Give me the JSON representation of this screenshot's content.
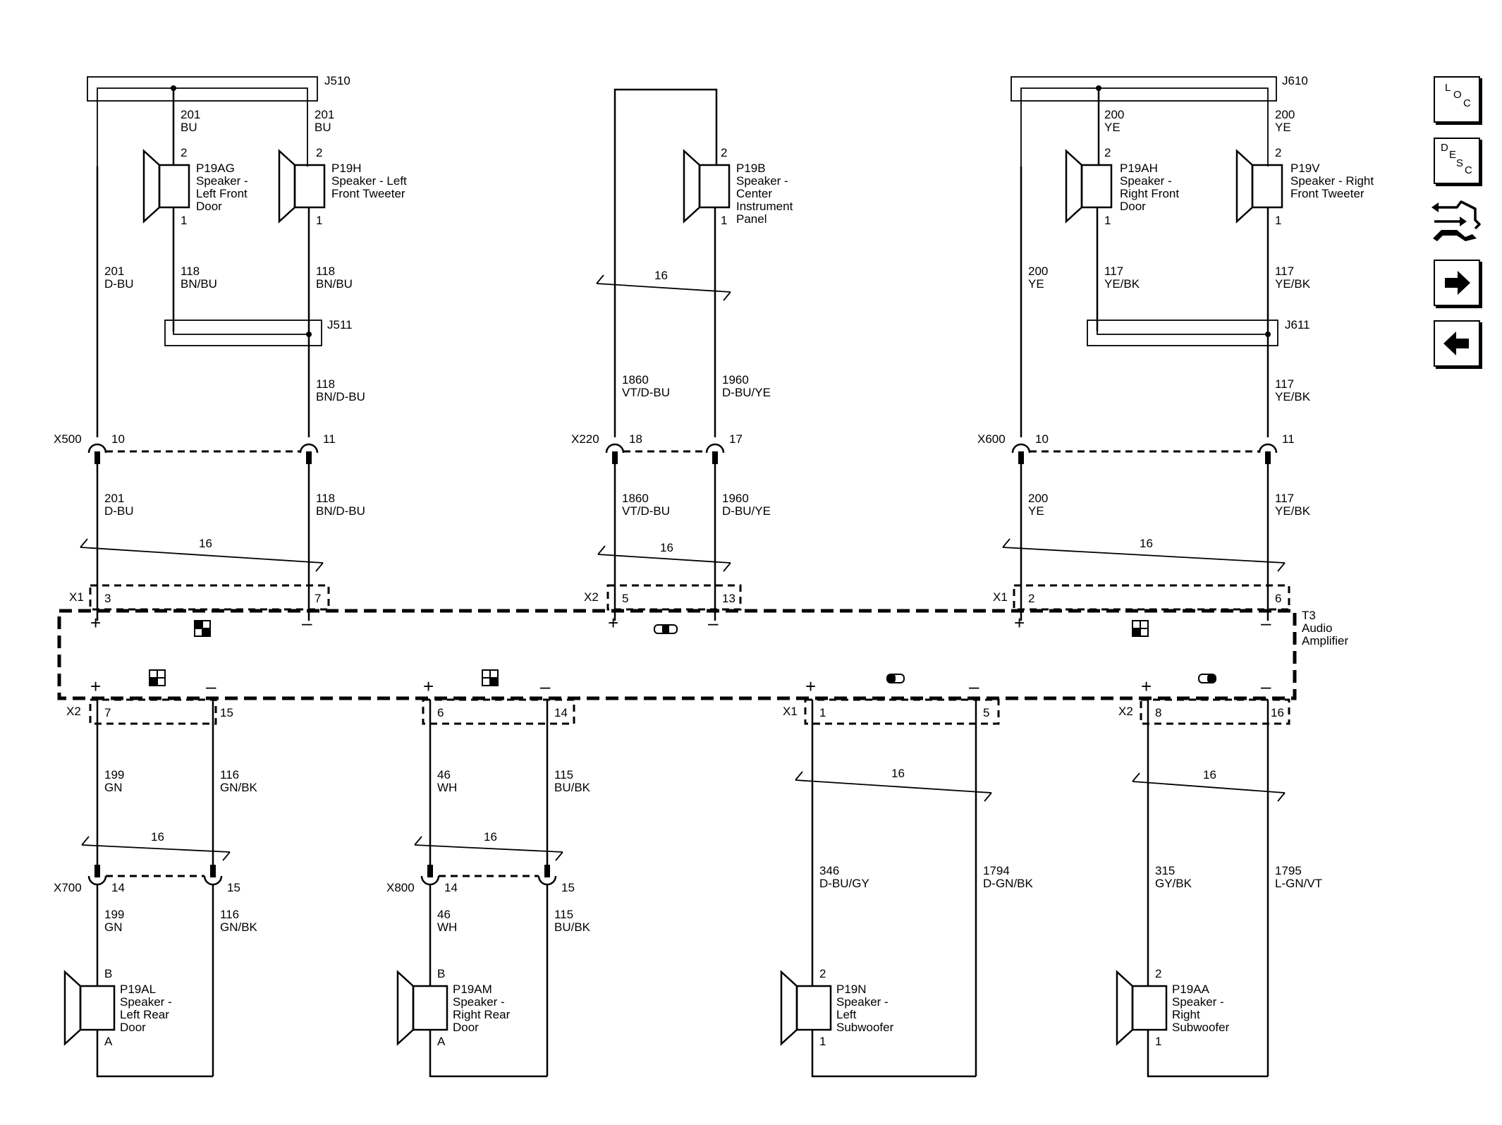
{
  "splices": {
    "j510": "J510",
    "j511": "J511",
    "j610": "J610",
    "j611": "J611"
  },
  "connectors": {
    "x500": {
      "name": "X500",
      "pin_a": "10",
      "pin_b": "11"
    },
    "x220": {
      "name": "X220",
      "pin_a": "18",
      "pin_b": "17"
    },
    "x600": {
      "name": "X600",
      "pin_a": "10",
      "pin_b": "11"
    },
    "x700": {
      "name": "X700",
      "pin_a": "14",
      "pin_b": "15"
    },
    "x800": {
      "name": "X800",
      "pin_a": "14",
      "pin_b": "15"
    }
  },
  "amp_connectors": {
    "top1": {
      "name": "X1",
      "pin_a": "3",
      "pin_b": "7"
    },
    "top2": {
      "name": "X2",
      "pin_a": "5",
      "pin_b": "13"
    },
    "top3": {
      "name": "X1",
      "pin_a": "2",
      "pin_b": "6"
    },
    "bot1": {
      "name": "X2",
      "pin_a": "7",
      "pin_b": "15"
    },
    "bot2": {
      "pin_a": "6",
      "pin_b": "14"
    },
    "bot3": {
      "name": "X1",
      "pin_a": "1",
      "pin_b": "5"
    },
    "bot4": {
      "name": "X2",
      "pin_a": "8",
      "pin_b": "16"
    }
  },
  "amplifier": {
    "line1": "T3",
    "line2": "Audio",
    "line3": "Amplifier"
  },
  "polarity": {
    "plus": "+",
    "minus": "–"
  },
  "twist": "16",
  "speakers": {
    "lf_door": {
      "id": "P19AG",
      "l1": "Speaker -",
      "l2": "Left Front",
      "l3": "Door",
      "pin_top": "2",
      "pin_bot": "1"
    },
    "lf_tweeter": {
      "id": "P19H",
      "l1": "Speaker - Left",
      "l2": "Front Tweeter",
      "pin_top": "2",
      "pin_bot": "1"
    },
    "center": {
      "id": "P19B",
      "l1": "Speaker -",
      "l2": "Center",
      "l3": "Instrument",
      "l4": "Panel",
      "pin_top": "2",
      "pin_bot": "1"
    },
    "rf_door": {
      "id": "P19AH",
      "l1": "Speaker -",
      "l2": "Right Front",
      "l3": "Door",
      "pin_top": "2",
      "pin_bot": "1"
    },
    "rf_tweeter": {
      "id": "P19V",
      "l1": "Speaker - Right",
      "l2": "Front Tweeter",
      "pin_top": "2",
      "pin_bot": "1"
    },
    "lr_door": {
      "id": "P19AL",
      "l1": "Speaker -",
      "l2": "Left Rear",
      "l3": "Door",
      "pin_top": "B",
      "pin_bot": "A"
    },
    "rr_door": {
      "id": "P19AM",
      "l1": "Speaker -",
      "l2": "Right Rear",
      "l3": "Door",
      "pin_top": "B",
      "pin_bot": "A"
    },
    "l_sub": {
      "id": "P19N",
      "l1": "Speaker -",
      "l2": "Left",
      "l3": "Subwoofer",
      "pin_top": "2",
      "pin_bot": "1"
    },
    "r_sub": {
      "id": "P19AA",
      "l1": "Speaker -",
      "l2": "Right",
      "l3": "Subwoofer",
      "pin_top": "2",
      "pin_bot": "1"
    }
  },
  "wires": {
    "w201_bu_a": {
      "circuit": "201",
      "color": "BU"
    },
    "w201_bu_b": {
      "circuit": "201",
      "color": "BU"
    },
    "w201_dbu_1": {
      "circuit": "201",
      "color": "D-BU"
    },
    "w118_bnbu_a": {
      "circuit": "118",
      "color": "BN/BU"
    },
    "w118_bnbu_b": {
      "circuit": "118",
      "color": "BN/BU"
    },
    "w118_bndbu_1": {
      "circuit": "118",
      "color": "BN/D-BU"
    },
    "w201_dbu_2": {
      "circuit": "201",
      "color": "D-BU"
    },
    "w118_bndbu_2": {
      "circuit": "118",
      "color": "BN/D-BU"
    },
    "w1860_1": {
      "circuit": "1860",
      "color": "VT/D-BU"
    },
    "w1960_1": {
      "circuit": "1960",
      "color": "D-BU/YE"
    },
    "w1860_2": {
      "circuit": "1860",
      "color": "VT/D-BU"
    },
    "w1960_2": {
      "circuit": "1960",
      "color": "D-BU/YE"
    },
    "w200_ye_a": {
      "circuit": "200",
      "color": "YE"
    },
    "w200_ye_b": {
      "circuit": "200",
      "color": "YE"
    },
    "w200_ye_1": {
      "circuit": "200",
      "color": "YE"
    },
    "w117_yebk_a": {
      "circuit": "117",
      "color": "YE/BK"
    },
    "w117_yebk_b": {
      "circuit": "117",
      "color": "YE/BK"
    },
    "w117_yebk_1": {
      "circuit": "117",
      "color": "YE/BK"
    },
    "w200_ye_2": {
      "circuit": "200",
      "color": "YE"
    },
    "w117_yebk_2": {
      "circuit": "117",
      "color": "YE/BK"
    },
    "w199_1": {
      "circuit": "199",
      "color": "GN"
    },
    "w116_1": {
      "circuit": "116",
      "color": "GN/BK"
    },
    "w46_1": {
      "circuit": "46",
      "color": "WH"
    },
    "w115_1": {
      "circuit": "115",
      "color": "BU/BK"
    },
    "w199_2": {
      "circuit": "199",
      "color": "GN"
    },
    "w116_2": {
      "circuit": "116",
      "color": "GN/BK"
    },
    "w46_2": {
      "circuit": "46",
      "color": "WH"
    },
    "w115_2": {
      "circuit": "115",
      "color": "BU/BK"
    },
    "w346": {
      "circuit": "346",
      "color": "D-BU/GY"
    },
    "w1794": {
      "circuit": "1794",
      "color": "D-GN/BK"
    },
    "w315": {
      "circuit": "315",
      "color": "GY/BK"
    },
    "w1795": {
      "circuit": "1795",
      "color": "L-GN/VT"
    }
  },
  "nav": {
    "loc": {
      "l": "L",
      "o": "O",
      "c": "C"
    },
    "desc": {
      "d": "D",
      "e": "E",
      "s": "S",
      "c": "C"
    }
  },
  "icons": {
    "loc_button": "loc-icon",
    "desc_button": "desc-icon",
    "connector_tool": "connector-wrench-icon",
    "next_page": "arrow-right-icon",
    "previous_page": "arrow-left-icon"
  }
}
